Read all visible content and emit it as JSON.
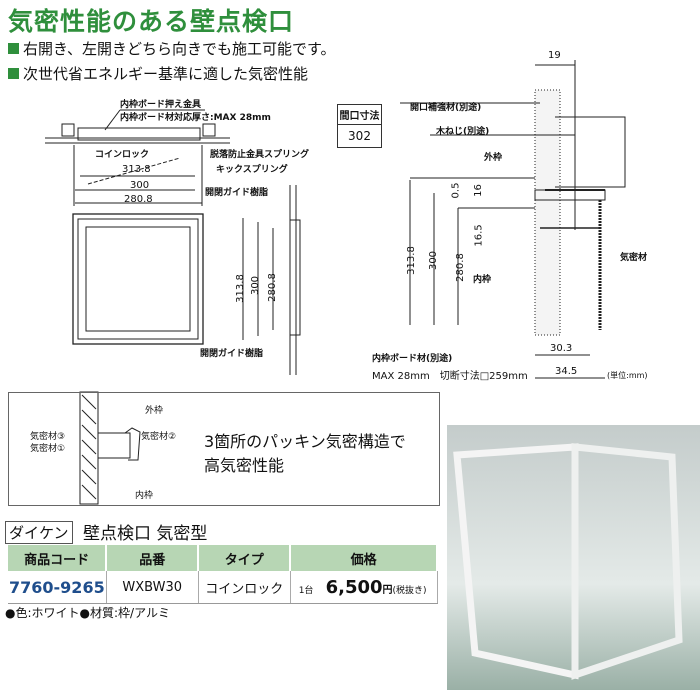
{
  "title": "気密性能のある壁点検口",
  "bullets": [
    "右開き、左開きどちら向きでも施工可能です。",
    "次世代省エネルギー基準に適した気密性能"
  ],
  "front_drawing": {
    "label_top1": "内枠ボード押え金具",
    "label_top2": "内枠ボード材対応厚さ:MAX 28mm",
    "coin_lock": "コインロック",
    "spring1": "脱落防止金具スプリング",
    "spring2": "キックスプリング",
    "guide_top": "開閉ガイド樹脂",
    "guide_bottom": "開閉ガイド樹脂",
    "dims": [
      "313.8",
      "300",
      "280.8"
    ]
  },
  "opening": {
    "header": "間口寸法",
    "value": "302"
  },
  "section_drawing": {
    "dim_top": "19",
    "reinforce": "開口補強材(別途)",
    "screw": "木ねじ(別途)",
    "outer": "外枠",
    "inner": "内枠",
    "seal": "気密材",
    "dims_v": [
      "313.8",
      "300",
      "280.8",
      "0.5",
      "16",
      "16.5"
    ],
    "board": "内枠ボード材(別途)",
    "board_spec": "MAX 28mm　切断寸法□259mm",
    "dim_30": "30.3",
    "dim_34": "34.5",
    "unit": "(単位:mm)"
  },
  "seal_box": {
    "outer": "外枠",
    "inner": "内枠",
    "seal1": "気密材①",
    "seal2": "気密材②",
    "seal3": "気密材③",
    "text1": "3箇所のパッキン気密構造で",
    "text2": "高気密性能"
  },
  "product": {
    "brand": "ダイケン",
    "name": "壁点検口 気密型"
  },
  "table": {
    "headers": [
      "商品コード",
      "品番",
      "タイプ",
      "価格"
    ],
    "row": {
      "code": "7760-9265",
      "model": "WXBW30",
      "type": "コインロック",
      "unit": "1台",
      "price": "6,500",
      "yen": "円",
      "tax": "(税抜き)"
    }
  },
  "note": "●色:ホワイト●材質:枠/アルミ",
  "colors": {
    "accent": "#2f8f3c",
    "table_header": "#b7d6b4",
    "code": "#1f4e8c"
  }
}
